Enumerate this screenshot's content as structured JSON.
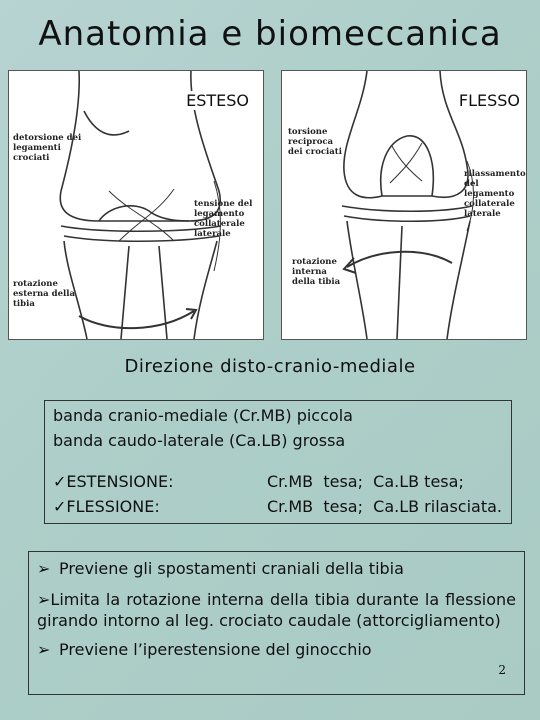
{
  "title": "Anatomia e biomeccanica",
  "figures": {
    "left": {
      "label": "ESTESO",
      "annotations": {
        "top": "detorsione dei\nlegamenti\ncrociati",
        "middle": "tensione del\nlegamento\ncollaterale\nlaterale",
        "bottom": "rotazione\nesterna della\ntibia"
      }
    },
    "right": {
      "label": "FLESSO",
      "annotations": {
        "top": "torsione\nreciproca\ndei crociati",
        "middle": "rilassamento\ndel\nlegamento\ncollaterale\nlaterale",
        "bottom": "rotazione\ninterna\ndella tibia"
      }
    }
  },
  "subtitle": "Direzione disto-cranio-mediale",
  "info_box": {
    "line1": "banda cranio-mediale (Cr.MB) piccola",
    "line2": "banda caudo-laterale (Ca.LB)   grossa",
    "rows": [
      {
        "key": "✓ESTENSIONE: ",
        "value": "Cr.MB  tesa;  Ca.LB tesa;"
      },
      {
        "key": "✓FLESSIONE:    ",
        "value": "Cr.MB  tesa;  Ca.LB rilasciata."
      }
    ]
  },
  "points": {
    "arrow_glyph": "➢",
    "item1": "Previene gli spostamenti craniali della tibia",
    "item2": "Limita la rotazione interna della tibia durante la flessione girando intorno al leg. crociato caudale (attorcigliamento)",
    "item3": "Previene l’iperestensione del ginocchio",
    "page_number": "2"
  }
}
